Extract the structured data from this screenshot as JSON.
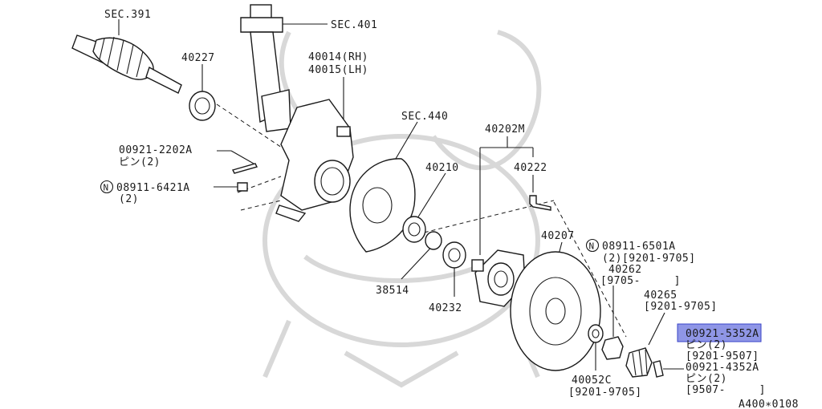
{
  "colors": {
    "ink": "#1a1a1a",
    "watermark": "#d8d8d8",
    "highlight_fill": "#8f96e6",
    "highlight_stroke": "#3a44c8"
  },
  "labels": {
    "sec391": "SEC.391",
    "sec401": "SEC.401",
    "p40227": "40227",
    "p40014": "40014(RH)",
    "p40015": "40015(LH)",
    "sec440": "SEC.440",
    "p40202m": "40202M",
    "p00921_2202a": "00921-2202A",
    "pin2_a": "ピン(2)",
    "p40210": "40210",
    "p40222": "40222",
    "p08911_6421a": "08911-6421A",
    "qty2_a": "(2)",
    "p40207": "40207",
    "p08911_6501a": "08911-6501A",
    "qty2_date_a": "(2)[9201-9705]",
    "p40262": "40262",
    "date_9705": "[9705-     ]",
    "p38514": "38514",
    "p40265": "40265",
    "date_9201_9705_a": "[9201-9705]",
    "p40232": "40232",
    "p00921_5352a": "00921-5352A",
    "pin2_b": "ピン(2)",
    "date_9201_9507": "[9201-9507]",
    "p00921_4352a": "00921-4352A",
    "pin2_c": "ピン(2)",
    "p40052c": "40052C",
    "date_9201_9705_b": "[9201-9705]",
    "date_9507": "[9507-     ]",
    "footer": "A400∗0108"
  },
  "nut_symbol": "N",
  "highlighted_part": "00921-5352A"
}
